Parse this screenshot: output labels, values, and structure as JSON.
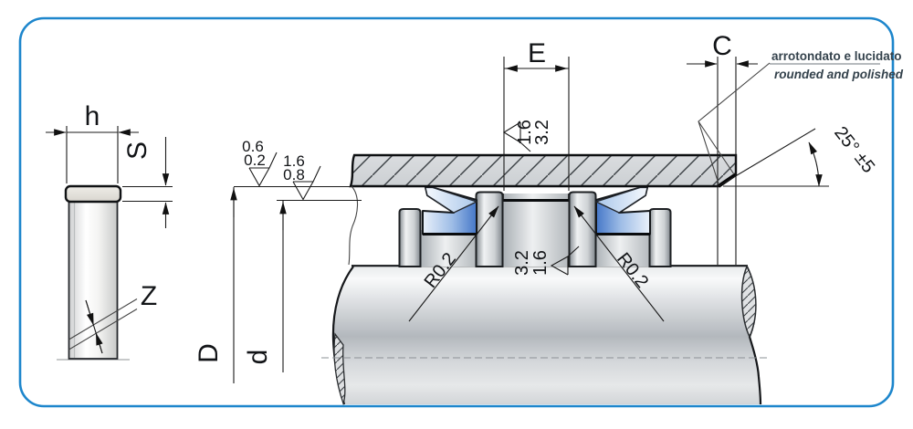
{
  "drawing": {
    "labels": {
      "seal_width": "h",
      "seal_thickness": "S",
      "cut_gap": "Z",
      "groove_width": "E",
      "entry_chamfer": "C",
      "bore_diameter": "D",
      "groove_diameter": "d"
    },
    "finish": {
      "bore_top": "0.6",
      "bore_bottom": "0.2",
      "rod_top": "1.6",
      "rod_bottom": "0.8",
      "groove_side_a": "1.6",
      "groove_side_b": "3.2",
      "groove_bottom_a": "3.2",
      "groove_bottom_b": "1.6"
    },
    "radius": {
      "left": "R0.2",
      "right": "R0.2"
    },
    "angle_label": "25° ±5",
    "note": {
      "line1": "arrotondato e lucidato",
      "line2": "rounded and polished"
    },
    "colors": {
      "border": "#1d86cc",
      "seal_blue": "#4577c8",
      "steel_gray": "#c9cdd1"
    }
  }
}
